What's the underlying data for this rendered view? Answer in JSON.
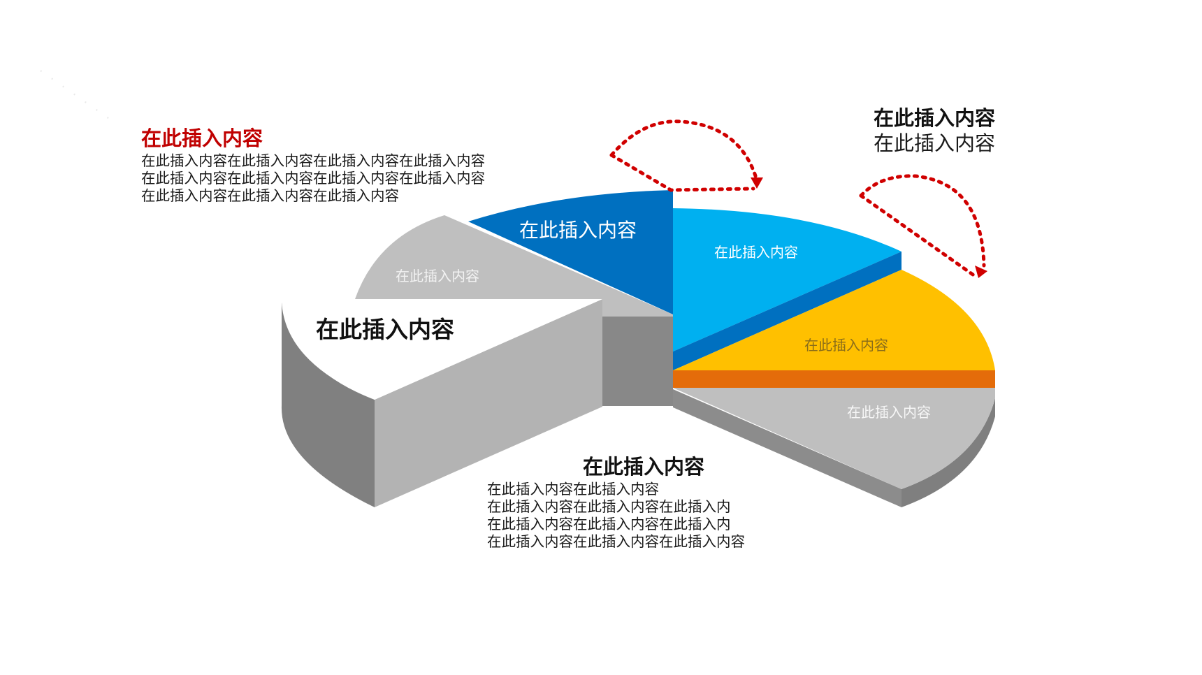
{
  "colors": {
    "red_accent": "#C00000",
    "dark_blue": "#0070C0",
    "light_blue": "#00B0F0",
    "yellow": "#FFC000",
    "orange": "#E46C0A",
    "light_gray": "#BFBFBF",
    "mid_gray": "#A6A6A6",
    "dark_gray": "#888888",
    "white_face": "#FFFFFF",
    "arrow_red": "#D00000"
  },
  "top_left_block": {
    "title": "在此插入内容",
    "lines": [
      "在此插入内容在此插入内容在此插入内容在此插入内容",
      "在此插入内容在此插入内容在此插入内容在此插入内容",
      "在此插入内容在此插入内容在此插入内容"
    ]
  },
  "top_right_block": {
    "title": "在此插入内容",
    "subtitle": "在此插入内容"
  },
  "bottom_block": {
    "title": "在此插入内容",
    "lines": [
      "在此插入内容在此插入内容",
      "在此插入内容在此插入内容在此插入内",
      "在此插入内容在此插入内容在此插入内",
      "在此插入内容在此插入内容在此插入内容"
    ]
  },
  "slices": {
    "white_extruded": "在此插入内容",
    "back_gray": "在此插入内容",
    "dark_blue": "在此插入内容",
    "light_blue": "在此插入内容",
    "yellow": "在此插入内容",
    "right_gray": "在此插入内容"
  },
  "chart_data": {
    "type": "pie",
    "title": "",
    "style": "3D exploded pie diagram (placeholder labels)",
    "categories": [
      "在此插入内容 (white, exploded)",
      "在此插入内容 (gray back)",
      "在此插入内容 (dark blue)",
      "在此插入内容 (light blue)",
      "在此插入内容 (yellow)",
      "在此插入内容 (gray right)"
    ],
    "colors": [
      "#FFFFFF",
      "#BFBFBF",
      "#0070C0",
      "#00B0F0",
      "#FFC000",
      "#BFBFBF"
    ],
    "annotations": [
      "dotted red curved arrow from dark blue to light blue",
      "dotted red curved arrow from light blue to yellow"
    ]
  }
}
